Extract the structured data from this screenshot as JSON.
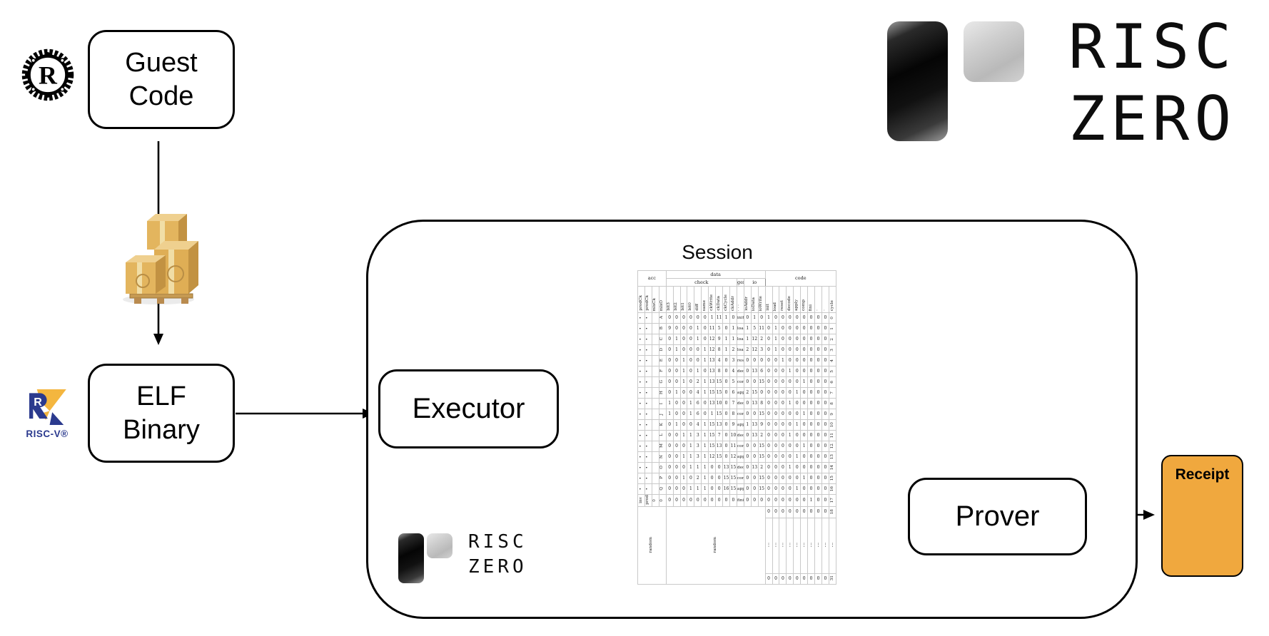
{
  "header_logo": {
    "line1": "RISC",
    "line2": "ZERO"
  },
  "mini_logo": {
    "line1": "RISC",
    "line2": "ZERO"
  },
  "nodes": {
    "guest_code": {
      "line1": "Guest",
      "line2": "Code"
    },
    "elf_binary": {
      "line1": "ELF",
      "line2": "Binary"
    },
    "executor": {
      "label": "Executor"
    },
    "prover": {
      "label": "Prover"
    },
    "receipt": {
      "label": "Receipt"
    },
    "session": {
      "title": "Session"
    }
  },
  "riscv_logo": {
    "caption": "RISC-V®"
  },
  "colors": {
    "receipt_orange": "#F0A83E",
    "riscv_blue": "#2B3A8E",
    "riscv_yellow": "#F4B63F",
    "crate_front": "#DFAE55",
    "crate_top": "#EFD08F",
    "crate_side": "#C29242"
  },
  "session_table": {
    "groups": {
      "acc": "acc",
      "data": "data",
      "check": "check",
      "gen": "gen",
      "io": "io",
      "code": "code"
    },
    "acc_labels": [
      "prodCk",
      "prodCk",
      "mixCk",
      "mixO"
    ],
    "check_labels": [
      "bit3",
      "bit2",
      "bit1",
      "bit0",
      "diff",
      "same",
      "ckWrite",
      "ckData",
      "ckCycle",
      "ckAddr"
    ],
    "gen_label": "· · ·",
    "io_labels": [
      "ioAddr",
      "ioData",
      "ioWrite"
    ],
    "code_labels": [
      "init",
      "load",
      "reset",
      "decode",
      "apply",
      "comp",
      "fini",
      "·",
      "·"
    ],
    "cycle_label": "cycle",
    "rows": [
      {
        "acc": [
          "•",
          "•",
          ""
        ],
        "letter": "A",
        "check": [
          0,
          0,
          0,
          0,
          0,
          0,
          1,
          11,
          1,
          0
        ],
        "instr": "init",
        "io": [
          0,
          1,
          0
        ],
        "code": [
          1,
          0,
          0,
          0,
          0,
          0,
          0,
          0,
          0
        ],
        "cycle": "0"
      },
      {
        "acc": [
          "•",
          "•",
          ""
        ],
        "letter": "B",
        "check": [
          9,
          0,
          0,
          0,
          1,
          0,
          11,
          5,
          0,
          1
        ],
        "instr": "load",
        "io": [
          1,
          5,
          11
        ],
        "code": [
          0,
          1,
          0,
          0,
          0,
          0,
          0,
          0,
          0
        ],
        "cycle": "1"
      },
      {
        "acc": [
          "•",
          "•",
          ""
        ],
        "letter": "C",
        "check": [
          0,
          1,
          0,
          0,
          1,
          0,
          12,
          9,
          1,
          1
        ],
        "instr": "load",
        "io": [
          1,
          12,
          2
        ],
        "code": [
          0,
          1,
          0,
          0,
          0,
          0,
          0,
          0,
          0
        ],
        "cycle": "2"
      },
      {
        "acc": [
          "•",
          "•",
          ""
        ],
        "letter": "D",
        "check": [
          0,
          1,
          0,
          0,
          0,
          1,
          12,
          8,
          1,
          2
        ],
        "instr": "load",
        "io": [
          2,
          12,
          3
        ],
        "code": [
          0,
          1,
          0,
          0,
          0,
          0,
          0,
          0,
          0
        ],
        "cycle": "3"
      },
      {
        "acc": [
          "•",
          "•",
          ""
        ],
        "letter": "E",
        "check": [
          0,
          0,
          1,
          0,
          0,
          1,
          13,
          4,
          0,
          3
        ],
        "instr": "reset",
        "io": [
          0,
          0,
          0
        ],
        "code": [
          0,
          0,
          1,
          0,
          0,
          0,
          0,
          0,
          0
        ],
        "cycle": "4"
      },
      {
        "acc": [
          "•",
          "•",
          ""
        ],
        "letter": "F",
        "check": [
          0,
          0,
          1,
          0,
          1,
          0,
          13,
          8,
          0,
          4
        ],
        "instr": "decode",
        "io": [
          0,
          13,
          6
        ],
        "code": [
          0,
          0,
          0,
          1,
          0,
          0,
          0,
          0,
          0
        ],
        "cycle": "5"
      },
      {
        "acc": [
          "•",
          "•",
          ""
        ],
        "letter": "G",
        "check": [
          0,
          0,
          1,
          0,
          2,
          1,
          13,
          15,
          0,
          5
        ],
        "instr": "comp",
        "io": [
          0,
          0,
          15
        ],
        "code": [
          0,
          0,
          0,
          0,
          0,
          1,
          0,
          0,
          0
        ],
        "cycle": "6"
      },
      {
        "acc": [
          "•",
          "•",
          ""
        ],
        "letter": "H",
        "check": [
          0,
          1,
          0,
          0,
          4,
          1,
          15,
          15,
          0,
          6
        ],
        "instr": "apply",
        "io": [
          2,
          15,
          0
        ],
        "code": [
          0,
          0,
          0,
          0,
          1,
          0,
          0,
          0,
          0
        ],
        "cycle": "7"
      },
      {
        "acc": [
          "•",
          "•",
          ""
        ],
        "letter": "I",
        "check": [
          1,
          0,
          0,
          1,
          6,
          0,
          13,
          10,
          0,
          7
        ],
        "instr": "decode",
        "io": [
          0,
          13,
          8
        ],
        "code": [
          0,
          0,
          0,
          1,
          0,
          0,
          0,
          0,
          0
        ],
        "cycle": "8"
      },
      {
        "acc": [
          "•",
          "•",
          ""
        ],
        "letter": "J",
        "check": [
          1,
          0,
          0,
          1,
          6,
          0,
          1,
          15,
          0,
          8
        ],
        "instr": "comp",
        "io": [
          0,
          0,
          15
        ],
        "code": [
          0,
          0,
          0,
          0,
          0,
          1,
          0,
          0,
          0
        ],
        "cycle": "9"
      },
      {
        "acc": [
          "•",
          "•",
          ""
        ],
        "letter": "K",
        "check": [
          0,
          1,
          0,
          0,
          4,
          1,
          15,
          13,
          0,
          9
        ],
        "instr": "apply",
        "io": [
          1,
          13,
          9
        ],
        "code": [
          0,
          0,
          0,
          0,
          1,
          0,
          0,
          0,
          0
        ],
        "cycle": "10"
      },
      {
        "acc": [
          "•",
          "•",
          ""
        ],
        "letter": "L",
        "check": [
          0,
          0,
          1,
          1,
          3,
          1,
          15,
          7,
          0,
          10
        ],
        "instr": "decode",
        "io": [
          0,
          13,
          2
        ],
        "code": [
          0,
          0,
          0,
          1,
          0,
          0,
          0,
          0,
          0
        ],
        "cycle": "11"
      },
      {
        "acc": [
          "•",
          "•",
          ""
        ],
        "letter": "M",
        "check": [
          0,
          0,
          0,
          1,
          3,
          1,
          15,
          13,
          0,
          11
        ],
        "instr": "comp",
        "io": [
          0,
          0,
          15
        ],
        "code": [
          0,
          0,
          0,
          0,
          0,
          1,
          0,
          0,
          0
        ],
        "cycle": "12"
      },
      {
        "acc": [
          "•",
          "•",
          ""
        ],
        "letter": "N",
        "check": [
          0,
          0,
          1,
          1,
          3,
          1,
          12,
          15,
          0,
          12
        ],
        "instr": "apply",
        "io": [
          0,
          0,
          15
        ],
        "code": [
          0,
          0,
          0,
          0,
          1,
          0,
          0,
          0,
          0
        ],
        "cycle": "13"
      },
      {
        "acc": [
          "•",
          "•",
          ""
        ],
        "letter": "O",
        "check": [
          0,
          0,
          0,
          1,
          1,
          1,
          0,
          0,
          13,
          15
        ],
        "instr": "decode",
        "io": [
          0,
          13,
          2
        ],
        "code": [
          0,
          0,
          0,
          1,
          0,
          0,
          0,
          0,
          0
        ],
        "cycle": "14"
      },
      {
        "acc": [
          "•",
          "•",
          ""
        ],
        "letter": "P",
        "check": [
          0,
          0,
          1,
          0,
          2,
          1,
          0,
          0,
          15,
          15
        ],
        "instr": "comp",
        "io": [
          0,
          0,
          15
        ],
        "code": [
          0,
          0,
          0,
          0,
          0,
          1,
          0,
          0,
          0
        ],
        "cycle": "15"
      },
      {
        "acc": [
          "•",
          "•",
          ""
        ],
        "letter": "Q",
        "check": [
          0,
          0,
          0,
          1,
          1,
          1,
          0,
          0,
          16,
          15
        ],
        "instr": "apply",
        "io": [
          0,
          0,
          15
        ],
        "code": [
          0,
          0,
          0,
          0,
          1,
          0,
          0,
          0,
          0
        ],
        "cycle": "16"
      },
      {
        "acc": [
          "inv",
          "prod",
          "0"
        ],
        "letter": "0",
        "check": [
          0,
          0,
          0,
          0,
          0,
          0,
          0,
          0,
          0,
          0
        ],
        "instr": "fini",
        "io": [
          0,
          0,
          0
        ],
        "code": [
          0,
          0,
          0,
          0,
          0,
          0,
          1,
          0,
          0
        ],
        "cycle": "17"
      }
    ],
    "random_section": {
      "acc_label": "random",
      "data_label": "random",
      "code_rows": [
        {
          "digits": [
            "0",
            "0",
            "0",
            "0",
            "0",
            "0",
            "0",
            "0",
            "0"
          ],
          "cycle": "18"
        },
        {
          "digits": [
            "⋮",
            "⋮",
            "⋮",
            "⋮",
            "⋮",
            "⋮",
            "⋮",
            "⋮",
            "⋮"
          ],
          "cycle": "⋮"
        },
        {
          "digits": [
            "0",
            "0",
            "0",
            "0",
            "0",
            "0",
            "0",
            "0",
            "0"
          ],
          "cycle": "31"
        }
      ]
    }
  }
}
